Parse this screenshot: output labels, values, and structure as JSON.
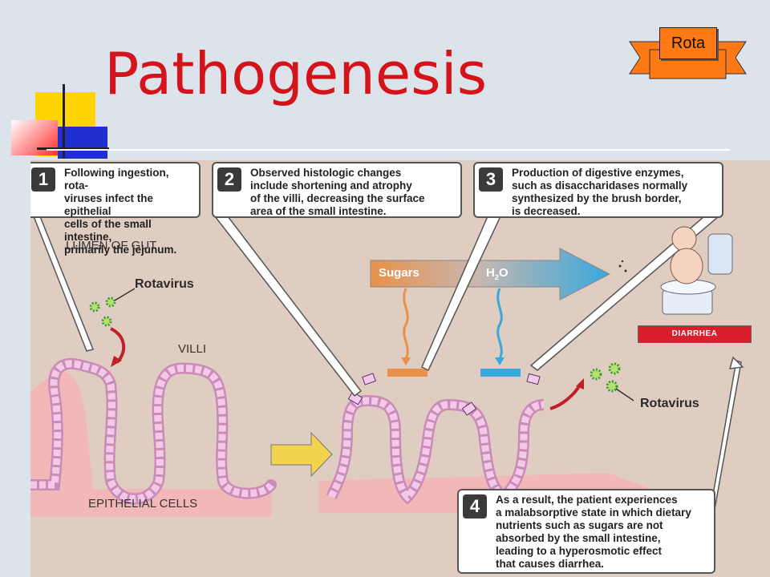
{
  "slide": {
    "title": "Pathogenesis",
    "tag_label": "Rota"
  },
  "figure": {
    "callouts": [
      {
        "number": "1",
        "text": "Following ingestion, rota-\nviruses infect the epithelial\ncells of the small intestine,\nprimarily the jejunum."
      },
      {
        "number": "2",
        "text": "Observed histologic changes\ninclude shortening and atrophy\nof the villi, decreasing the surface\narea of the small intestine."
      },
      {
        "number": "3",
        "text": "Production of digestive enzymes,\nsuch as disaccharidases normally\nsynthesized by the brush border,\nis decreased."
      },
      {
        "number": "4",
        "text": "As a result, the patient experiences\na malabsorptive state in which dietary\nnutrients such as sugars are not\nabsorbed by the small intestine,\nleading to a hyperosmotic effect\nthat causes diarrhea."
      }
    ],
    "labels": {
      "lumen": "LUMEN OF GUT",
      "rotavirus_left": "Rotavirus",
      "villi": "VILLI",
      "epithelial": "EPITHELIAL CELLS",
      "sugars": "Sugars",
      "water": "H",
      "water_sub": "2",
      "water_o": "O",
      "rotavirus_right": "Rotavirus",
      "diarrhea": "DIARRHEA"
    },
    "colors": {
      "title": "#d4141b",
      "tissue": "#f2b8b8",
      "cell_fill": "#f4c9e8",
      "cell_stroke": "#5a2f73",
      "virus": "#3b9a3b",
      "sugar_arrow": "#e8914a",
      "water_arrow": "#3aa8dc",
      "diarrhea_bg": "#d81f2b"
    }
  }
}
